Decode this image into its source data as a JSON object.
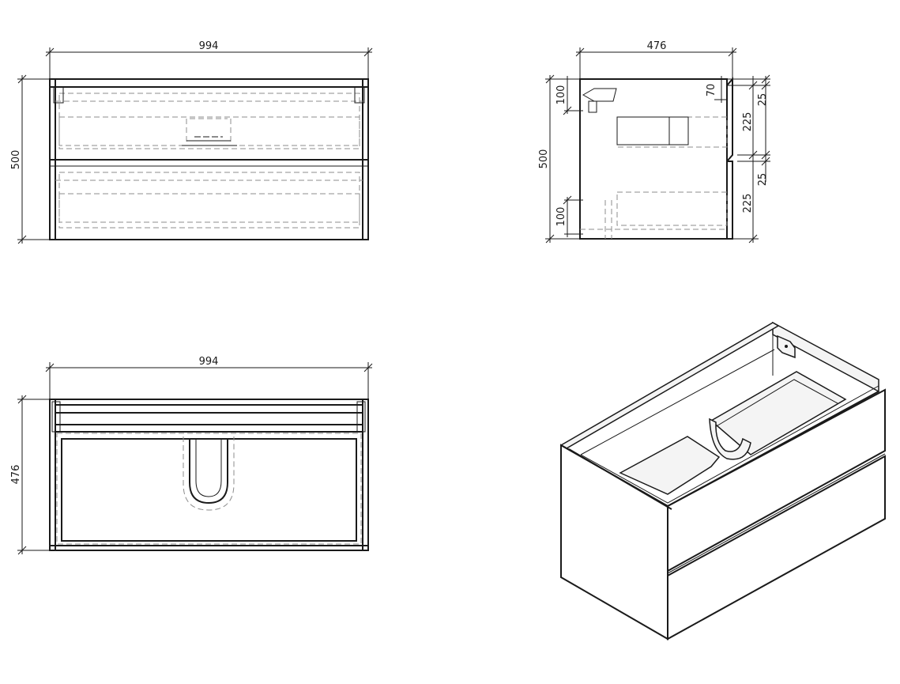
{
  "dimensions": {
    "front_width": "994",
    "front_height": "500",
    "side_depth": "476",
    "side_height": "500",
    "side_top_offset": "100",
    "side_bottom_offset": "100",
    "top_gap": "70",
    "gap_a": "25",
    "drawer_a": "225",
    "gap_b": "25",
    "drawer_b": "225",
    "plan_width": "994",
    "plan_depth": "476"
  }
}
